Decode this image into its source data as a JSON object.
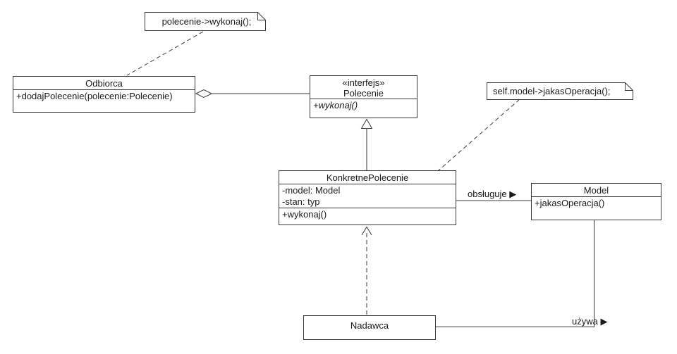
{
  "notes": {
    "note1": {
      "text": "polecenie->wykonaj();"
    },
    "note2": {
      "text": "self.model->jakasOperacja();"
    }
  },
  "classes": {
    "odbiorca": {
      "title": "Odbiorca",
      "methods": [
        "+dodajPolecenie(polecenie:Polecenie)"
      ]
    },
    "polecenie": {
      "stereotype": "«interfejs»",
      "title": "Polecenie",
      "methods": [
        "+wykonaj()"
      ]
    },
    "konkretnePolecenie": {
      "title": "KonkretnePolecenie",
      "attributes": [
        "-model: Model",
        "-stan: typ"
      ],
      "methods": [
        "+wykonaj()"
      ]
    },
    "model": {
      "title": "Model",
      "methods": [
        "+jakasOperacja()"
      ]
    },
    "nadawca": {
      "title": "Nadawca"
    }
  },
  "edge_labels": {
    "obsluguje": "obsługuje ▶",
    "uzywa": "używa ▶"
  },
  "colors": {
    "line": "#383838",
    "background": "#ffffff",
    "text": "#1a1a1a"
  }
}
